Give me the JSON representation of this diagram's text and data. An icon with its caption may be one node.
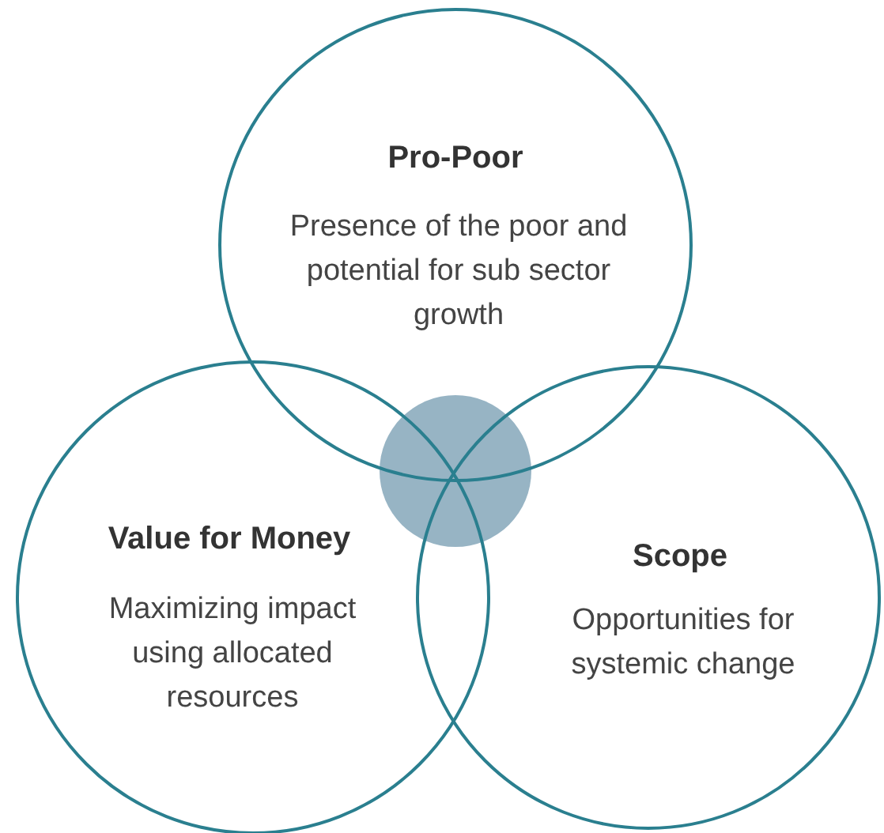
{
  "diagram": {
    "nodes": [
      {
        "text": [
          "Pro-Poor",
          "Presence of the poor and potential for sub sector growth"
        ]
      },
      {
        "text": [],
        "shape": "circle"
      },
      {
        "text": [
          "Value for Money",
          "Maximizing impact using allocated resources"
        ]
      },
      {
        "text": [
          "Scope",
          "Opportunities for systemic change"
        ]
      }
    ]
  }
}
